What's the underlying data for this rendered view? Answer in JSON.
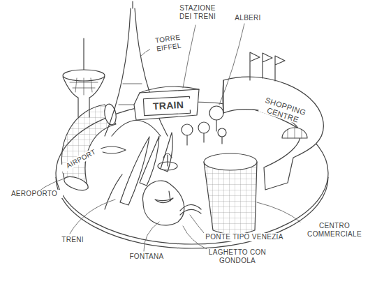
{
  "diagram": {
    "labels": [
      "STAZIONE DEI TRENI",
      "ALBERI",
      "TORRE EIFFEL",
      "TRAIN",
      "SHOPPING CENTRE",
      "AIRPORT",
      "AEROPORTO",
      "CENTRO COMMERCIALE",
      "PONTE TIPO VENEZIA",
      "TRENI",
      "LAGHETTO CON GONDOLA",
      "FONTANA"
    ]
  }
}
